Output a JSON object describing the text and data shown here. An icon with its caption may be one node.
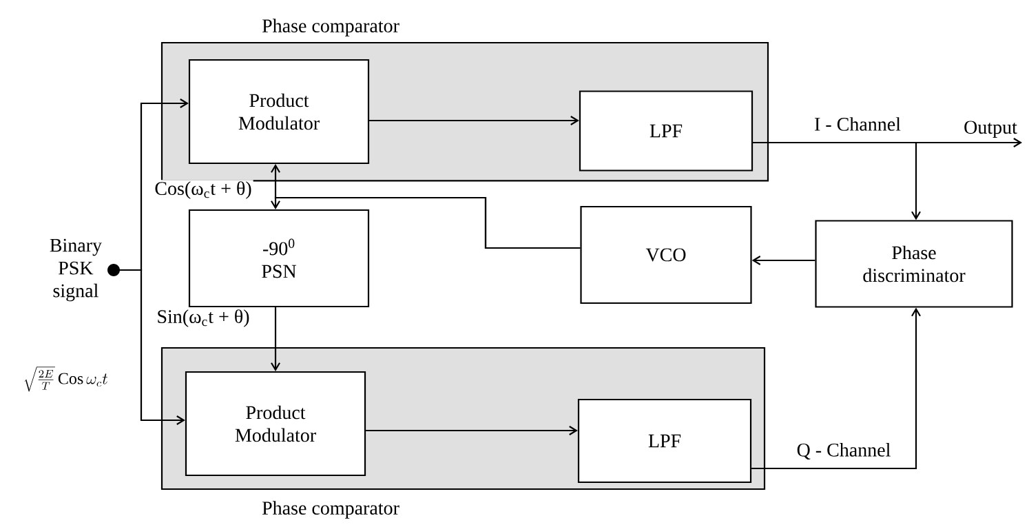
{
  "diagram": {
    "nodes": [
      {
        "text": [
          "Phase comparator"
        ]
      },
      {
        "text": [
          "Product Modulator"
        ],
        "in": 0
      },
      {
        "text": [
          "LPF"
        ],
        "in": 0
      },
      {
        "text": [
          "-90$^{0}$ PSN"
        ]
      },
      {
        "text": [
          "VCO"
        ]
      },
      {
        "text": [
          "Phase discriminator"
        ]
      },
      {
        "text": [
          "Phase comparator"
        ]
      },
      {
        "text": [
          "Product Modulator"
        ],
        "in": 6
      },
      {
        "text": [
          "LPF"
        ],
        "in": 6
      },
      {
        "text": [
          "Binary PSK signal"
        ]
      },
      {
        "text": [
          "Output"
        ]
      }
    ],
    "edges": [
      {
        "from": 9,
        "to": 1,
        "arrow": "to"
      },
      {
        "from": 9,
        "to": 7,
        "arrow": "to"
      },
      {
        "from": 1,
        "to": 2,
        "arrow": "to"
      },
      {
        "from": 7,
        "to": 8,
        "arrow": "to"
      },
      {
        "from": 4,
        "to": 1,
        "arrow": "to"
      },
      {
        "from": 4,
        "to": 3,
        "arrow": "to"
      },
      {
        "from": 3,
        "to": 7,
        "arrow": "to"
      },
      {
        "from": 2,
        "to": 10,
        "arrow": "to",
        "label": "I - Channel"
      },
      {
        "from": 2,
        "to": 5,
        "arrow": "to"
      },
      {
        "from": 5,
        "to": 4,
        "arrow": "to"
      },
      {
        "from": 8,
        "to": 5,
        "arrow": "to",
        "label": "Q - Channel"
      }
    ],
    "labels": [
      "Cos(ω$_{c}$t + θ)",
      "Sin(ω$_{c}$t + θ)",
      "\\sqrt{\\frac{2E}{T}}\\,\\mathrm{Cos}\\,\\omega_{c}t"
    ]
  }
}
